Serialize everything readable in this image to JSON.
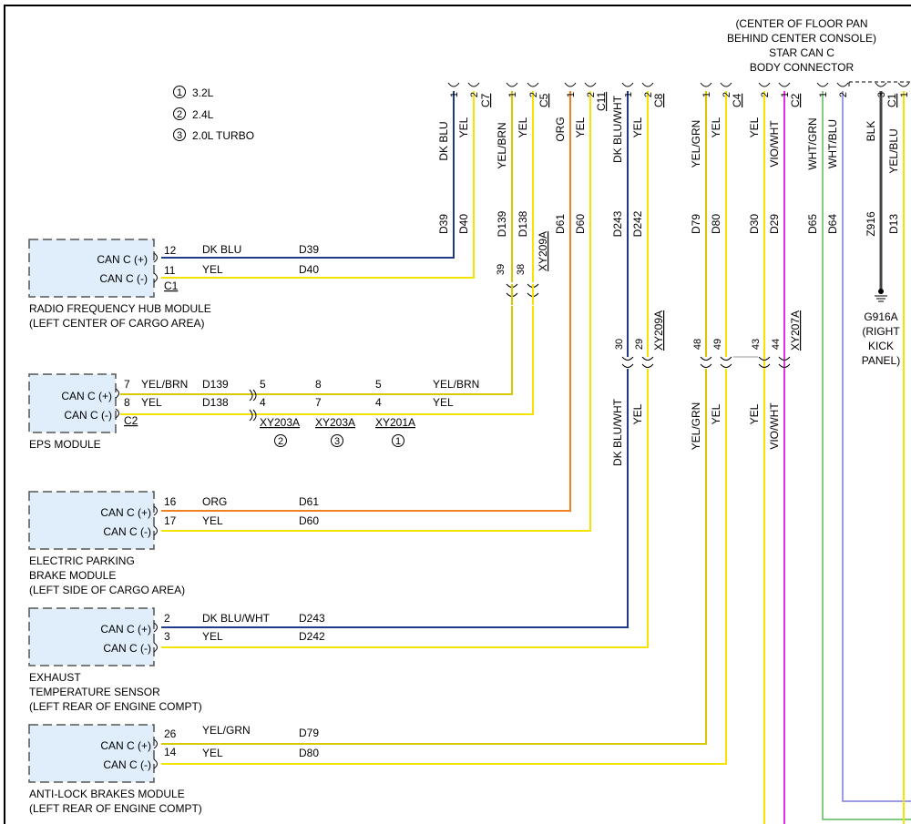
{
  "legend": [
    {
      "num": "1",
      "label": "3.2L"
    },
    {
      "num": "2",
      "label": "2.4L"
    },
    {
      "num": "3",
      "label": "2.0L TURBO"
    }
  ],
  "location_note": [
    "(CENTER OF FLOOR PAN",
    "BEHIND CENTER CONSOLE)",
    "STAR CAN C",
    "BODY CONNECTOR"
  ],
  "colors": {
    "dk_blu": "#1e3a8a",
    "yel": "#f5e300",
    "org": "#f08020",
    "vio_wht": "#e62ee6",
    "wht_blu": "#7b7bdc",
    "wht_grn": "#5cb85c",
    "blk": "#444444",
    "module_fill": "#dfeefa"
  },
  "modules": [
    {
      "name": "RADIO FREQUENCY HUB MODULE",
      "location": "(LEFT CENTER OF CARGO AREA)",
      "can_pos": "CAN C (+)",
      "can_neg": "CAN C (-)",
      "pin_pos": "12",
      "pin_neg": "11",
      "connector": "C1",
      "color_pos": "DK BLU",
      "color_neg": "YEL",
      "circuit_pos": "D39",
      "circuit_neg": "D40"
    },
    {
      "name": "EPS MODULE",
      "location": "",
      "can_pos": "CAN C (+)",
      "can_neg": "CAN C (-)",
      "pin_pos": "7",
      "pin_neg": "8",
      "connector": "C2",
      "color_pos": "YEL/BRN",
      "color_neg": "YEL",
      "circuit_pos": "D139",
      "circuit_neg": "D138"
    },
    {
      "name": "ELECTRIC PARKING",
      "name2": "BRAKE MODULE",
      "location": "(LEFT SIDE OF CARGO AREA)",
      "can_pos": "CAN C (+)",
      "can_neg": "CAN C (-)",
      "pin_pos": "16",
      "pin_neg": "17",
      "color_pos": "ORG",
      "color_neg": "YEL",
      "circuit_pos": "D61",
      "circuit_neg": "D60"
    },
    {
      "name": "EXHAUST",
      "name2": "TEMPERATURE SENSOR",
      "location": "(LEFT REAR OF ENGINE COMPT)",
      "can_pos": "CAN C (+)",
      "can_neg": "CAN C (-)",
      "pin_pos": "2",
      "pin_neg": "3",
      "color_pos": "DK BLU/WHT",
      "color_neg": "YEL",
      "circuit_pos": "D243",
      "circuit_neg": "D242"
    },
    {
      "name": "ANTI-LOCK BRAKES MODULE",
      "location": "(LEFT REAR OF ENGINE COMPT)",
      "can_pos": "CAN C (+)",
      "can_neg": "CAN C (-)",
      "pin_pos": "26",
      "pin_neg": "14",
      "color_pos": "YEL/GRN",
      "color_neg": "YEL",
      "circuit_pos": "D79",
      "circuit_neg": "D80"
    }
  ],
  "eps_inline": {
    "pins_pos": [
      "5",
      "8",
      "5"
    ],
    "pins_neg": [
      "4",
      "7",
      "4"
    ],
    "connectors": [
      "XY203A",
      "XY203A",
      "XY201A"
    ],
    "engine_refs": [
      "2",
      "3",
      "1"
    ],
    "color_pos": "YEL/BRN",
    "color_neg": "YEL"
  },
  "top_connectors": [
    {
      "name": "C7",
      "pins": [
        "1",
        "2"
      ],
      "colors": [
        "DK BLU",
        "YEL"
      ],
      "circuits": [
        "D39",
        "D40"
      ]
    },
    {
      "name": "C5",
      "pins": [
        "1",
        "2"
      ],
      "colors": [
        "YEL/BRN",
        "YEL"
      ],
      "circuits": [
        "D139",
        "D138"
      ]
    },
    {
      "name": "C11",
      "pins": [
        "1",
        "2"
      ],
      "colors": [
        "ORG",
        "YEL"
      ],
      "circuits": [
        "D61",
        "D60"
      ]
    },
    {
      "name": "C8",
      "pins": [
        "1",
        "2"
      ],
      "colors": [
        "DK BLU/WHT",
        "YEL"
      ],
      "circuits": [
        "D243",
        "D242"
      ]
    },
    {
      "name": "C4",
      "pins": [
        "1",
        "2"
      ],
      "colors": [
        "YEL/GRN",
        "YEL"
      ],
      "circuits": [
        "D79",
        "D80"
      ]
    },
    {
      "name": "C2",
      "pins": [
        "2",
        "1"
      ],
      "colors": [
        "YEL",
        "VIO/WHT"
      ],
      "circuits": [
        "D30",
        "D29"
      ]
    },
    {
      "name": "",
      "pins": [
        "1",
        "2"
      ],
      "colors": [
        "WHT/GRN",
        "WHT/BLU"
      ],
      "circuits": [
        "D65",
        "D64"
      ]
    },
    {
      "name": "C1",
      "pins": [
        "3",
        "1"
      ],
      "colors": [
        "BLK",
        "YEL/BLU"
      ],
      "circuits": [
        "Z916",
        "D13"
      ]
    }
  ],
  "xy209a_upper": {
    "name": "XY209A",
    "pins": [
      "39",
      "38"
    ]
  },
  "xy209a_lower": {
    "name": "XY209A",
    "pins": [
      "30",
      "29"
    ],
    "colors": [
      "DK BLU/WHT",
      "YEL"
    ]
  },
  "xy207a": {
    "name": "XY207A",
    "pins": [
      "48",
      "49",
      "43",
      "44"
    ],
    "colors": [
      "YEL/GRN",
      "YEL",
      "YEL",
      "VIO/WHT"
    ]
  },
  "ground": {
    "name": "G916A",
    "location": [
      "(RIGHT",
      "KICK",
      "PANEL)"
    ]
  }
}
